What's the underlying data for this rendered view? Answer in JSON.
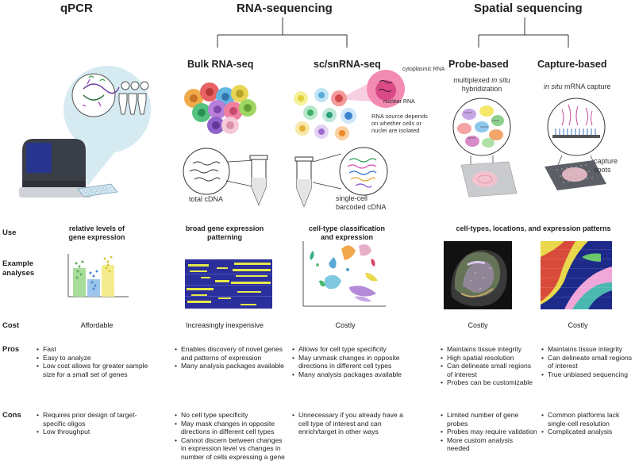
{
  "headers": {
    "qpcr": "qPCR",
    "rnaseq": "RNA-sequencing",
    "spatial": "Spatial sequencing"
  },
  "subheaders": {
    "bulk": "Bulk RNA-seq",
    "sc": "sc/snRNA-seq",
    "probe": "Probe-based",
    "capture": "Capture-based"
  },
  "captions": {
    "cytoplasmic": "cytoplasmic RNA",
    "nuclear": "nuclear RNA",
    "rna_source_1": "RNA source depends",
    "rna_source_2": "on whether cells or",
    "rna_source_3": "nuclei are isolated",
    "total_cdna": "total cDNA",
    "single_cell_1": "single-cell",
    "single_cell_2": "barcoded cDNA",
    "multiplexed_1": "multiplexed",
    "multiplexed_insitu": "in situ",
    "multiplexed_2": "hybridization",
    "capture_insitu": "in situ",
    "capture_rest": " mRNA capture",
    "capture_spots_1": "capture",
    "capture_spots_2": "spots"
  },
  "row_labels": {
    "use": "Use",
    "example_1": "Example",
    "example_2": "analyses",
    "cost": "Cost",
    "pros": "Pros",
    "cons": "Cons"
  },
  "use": {
    "qpcr_1": "relative levels of",
    "qpcr_2": "gene expression",
    "bulk_1": "broad gene expression",
    "bulk_2": "patterning",
    "sc_1": "cell-type classification",
    "sc_2": "and expression",
    "spatial": "cell-types, locations, and expression patterns"
  },
  "cost": {
    "qpcr": "Affordable",
    "bulk": "Increasingly inexpensive",
    "sc": "Costly",
    "probe": "Costly",
    "capture": "Costly"
  },
  "pros": {
    "qpcr": [
      "Fast",
      "Easy to analyze",
      "Low cost allows for greater sample size for a small set of genes"
    ],
    "bulk": [
      "Enables discovery of novel genes and patterns of expression",
      "Many analysis packages available"
    ],
    "sc": [
      "Allows for cell type specificity",
      "May unmask changes in opposite directions in different cell types",
      "Many analysis packages available"
    ],
    "probe": [
      "Maintains tissue integrity",
      "High spatial resolution",
      "Can delineate small regions of interest",
      "Probes can be customizable"
    ],
    "capture": [
      "Maintains tissue integrity",
      "Can delineate small regions of interest",
      "True unbiased sequencing"
    ]
  },
  "cons": {
    "qpcr": [
      "Requires prior design of target-specific oligos",
      "Low throughput"
    ],
    "bulk": [
      "No cell type specificity",
      "May mask changes in opposite directions in different cell types",
      "Cannot discern between changes in expression level vs changes in number of cells expressing a gene"
    ],
    "sc": [
      "Unnecessary if you already have a cell type of interest and can enrich/target in other ways"
    ],
    "probe": [
      "Limited number of gene probes",
      "Probes may require validation",
      "More custom analysis needed"
    ],
    "capture": [
      "Common platforms lack single-cell resolution",
      "Complicated analysis"
    ]
  },
  "colors": {
    "text": "#222222",
    "tree_line": "#333333",
    "bubble": "#d6eaf2",
    "instrument": "#3a3f47",
    "screen": "#27358f",
    "bar_green": "#a8dc9a",
    "bar_blue": "#9cc6ec",
    "bar_yellow": "#f3ec8e"
  }
}
